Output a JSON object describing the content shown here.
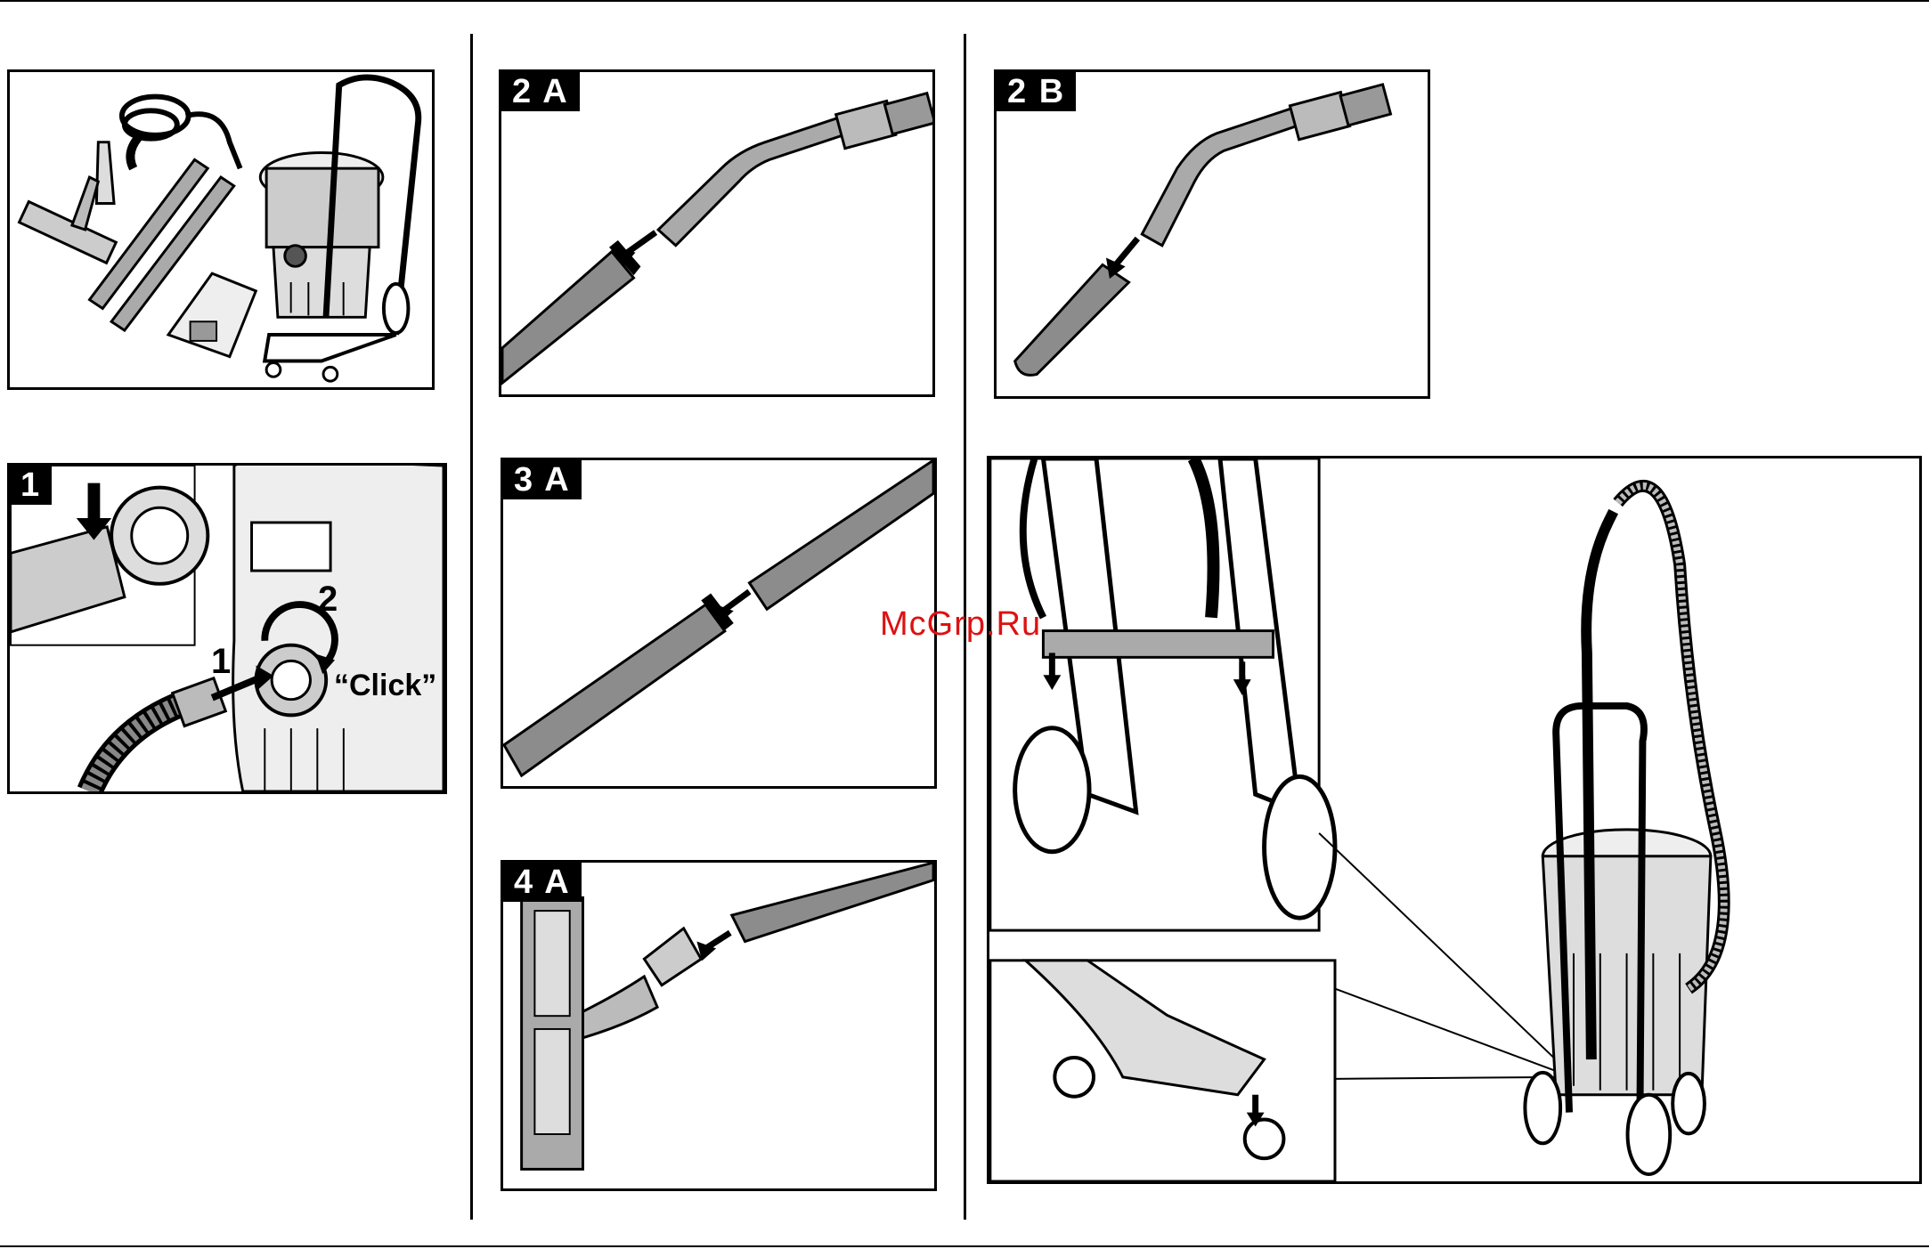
{
  "panels": {
    "step1": {
      "tag": "1",
      "callout_1": "1",
      "callout_2": "2",
      "click_text": "“Click”"
    },
    "step2a": {
      "tag": "2 A"
    },
    "step2b": {
      "tag": "2 B"
    },
    "step3a": {
      "tag": "3 A"
    },
    "step4a": {
      "tag": "4 A"
    }
  },
  "watermark": "McGrp.Ru",
  "colors": {
    "line": "#000000",
    "tube_fill": "#8c8c8c",
    "light_fill": "#cfcfcf",
    "watermark": "#dd1111"
  }
}
